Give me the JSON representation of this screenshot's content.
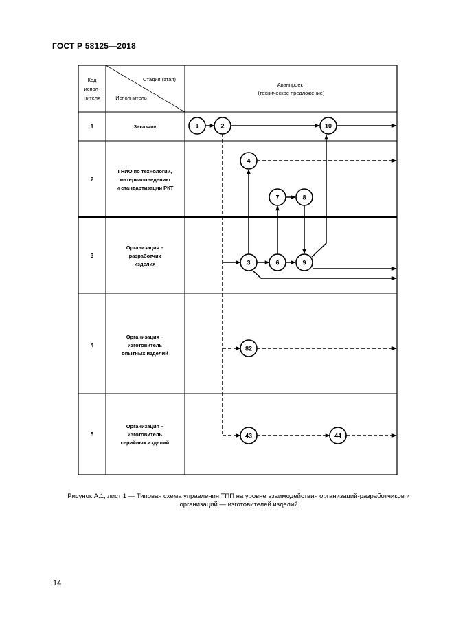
{
  "doc_header": "ГОСТ Р 58125—2018",
  "page_number": "14",
  "caption": "Рисунок А.1, лист 1 — Типовая схема управления ТПП на уровне взаимодействия организаций-разработчиков и организаций — изготовителей изделий",
  "table": {
    "header": {
      "code_column": [
        "Код",
        "испол-",
        "нителя"
      ],
      "stage_label": "Стадия (этап)",
      "executor_label": "Исполнитель",
      "stage_name": [
        "Аванпроект",
        "(техническое предложение)"
      ]
    },
    "rows": [
      {
        "code": "1",
        "name": [
          "Заказчик"
        ]
      },
      {
        "code": "2",
        "name": [
          "ГНИО по технологии,",
          "материаловедению",
          "и стандартизации РКТ"
        ]
      },
      {
        "code": "3",
        "name": [
          "Организация –",
          "разработчик",
          "изделия"
        ]
      },
      {
        "code": "4",
        "name": [
          "Организация –",
          "изготовитель",
          "опытных изделий"
        ]
      },
      {
        "code": "5",
        "name": [
          "Организация –",
          "изготовитель",
          "серийных изделий"
        ]
      }
    ]
  },
  "nodes": {
    "n1": "1",
    "n2": "2",
    "n10": "10",
    "n4": "4",
    "n7": "7",
    "n8": "8",
    "n3": "3",
    "n6": "6",
    "n9": "9",
    "n82": "82",
    "n43": "43",
    "n44": "44"
  }
}
